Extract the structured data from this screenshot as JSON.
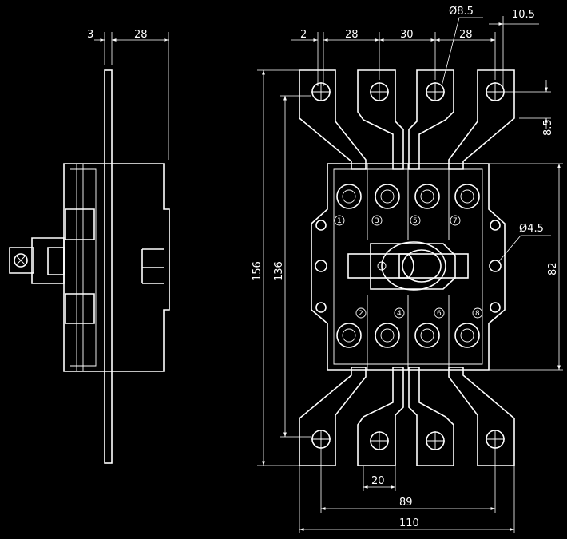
{
  "colors": {
    "background": "#000000",
    "line": "#ffffff"
  },
  "side_view": {
    "dim_thickness": "3",
    "dim_width": "28"
  },
  "front_view": {
    "dim_top": [
      "2",
      "28",
      "30",
      "28"
    ],
    "dim_hole_dia": "Ø8.5",
    "dim_edge": "10.5",
    "dim_vertical_8_5": "8.5",
    "dim_mount_hole": "Ø4.5",
    "dim_height_body": "82",
    "dim_total_height": "156",
    "dim_hole_span": "136",
    "dim_bottom_tab": "20",
    "dim_hole_width": "89",
    "dim_total_width": "110",
    "terminal_numbers": [
      "1",
      "3",
      "5",
      "7",
      "2",
      "4",
      "6",
      "8"
    ]
  }
}
